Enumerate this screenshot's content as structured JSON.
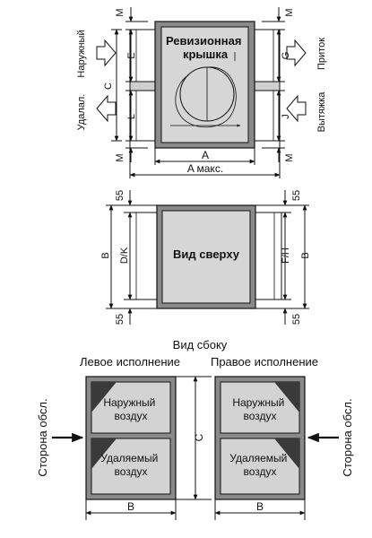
{
  "top_view": {
    "center_label": "Ревизионная\nкрышка",
    "left_arrow_top": "Наружный",
    "left_arrow_bottom": "Удалал.",
    "right_arrow_top": "Приток",
    "right_arrow_bottom": "Вытяжка",
    "dims": {
      "m": "M",
      "e": "E",
      "l": "L",
      "c": "C",
      "g": "G",
      "j": "J",
      "a": "A",
      "a_max": "A макс."
    }
  },
  "middle_view": {
    "center_label": "Вид сверху",
    "dims": {
      "top_left_55": "55",
      "top_right_55": "55",
      "bottom_left_55": "55",
      "bottom_right_55": "55",
      "b_left": "B",
      "dk": "D/K",
      "fh": "F/H",
      "b_right": "B"
    }
  },
  "side_view": {
    "title": "Вид сбоку",
    "left_title": "Левое исполнение",
    "right_title": "Правое исполнение",
    "service_side_left": "Сторона обсл.",
    "service_side_right": "Сторона обсл.",
    "upper_panel": "Наружный\nвоздух",
    "lower_panel": "Удаляемый\nвоздух",
    "c_label": "C",
    "b_left": "B",
    "b_right": "B"
  },
  "colors": {
    "line": "#111111",
    "panel_fill": "#d3d3d3",
    "panel_dark": "#5c5c5c",
    "frame": "#8a8a8a"
  }
}
